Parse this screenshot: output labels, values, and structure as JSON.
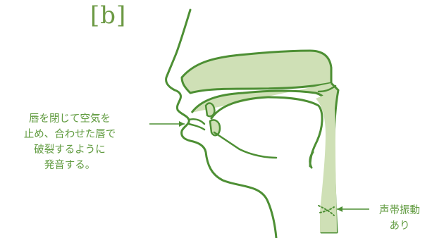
{
  "phoneme_label": "[b]",
  "annotations": {
    "lips": {
      "lines": [
        "唇を閉じて空気を",
        "止め、合わせた唇で",
        "破裂するように",
        "発音する。"
      ]
    },
    "voicing": {
      "lines": [
        "声帯振動",
        "あり"
      ]
    }
  },
  "colors": {
    "outline": "#4d8f34",
    "tract_fill": "#cfe0b6",
    "text": "#5f9a3e"
  }
}
